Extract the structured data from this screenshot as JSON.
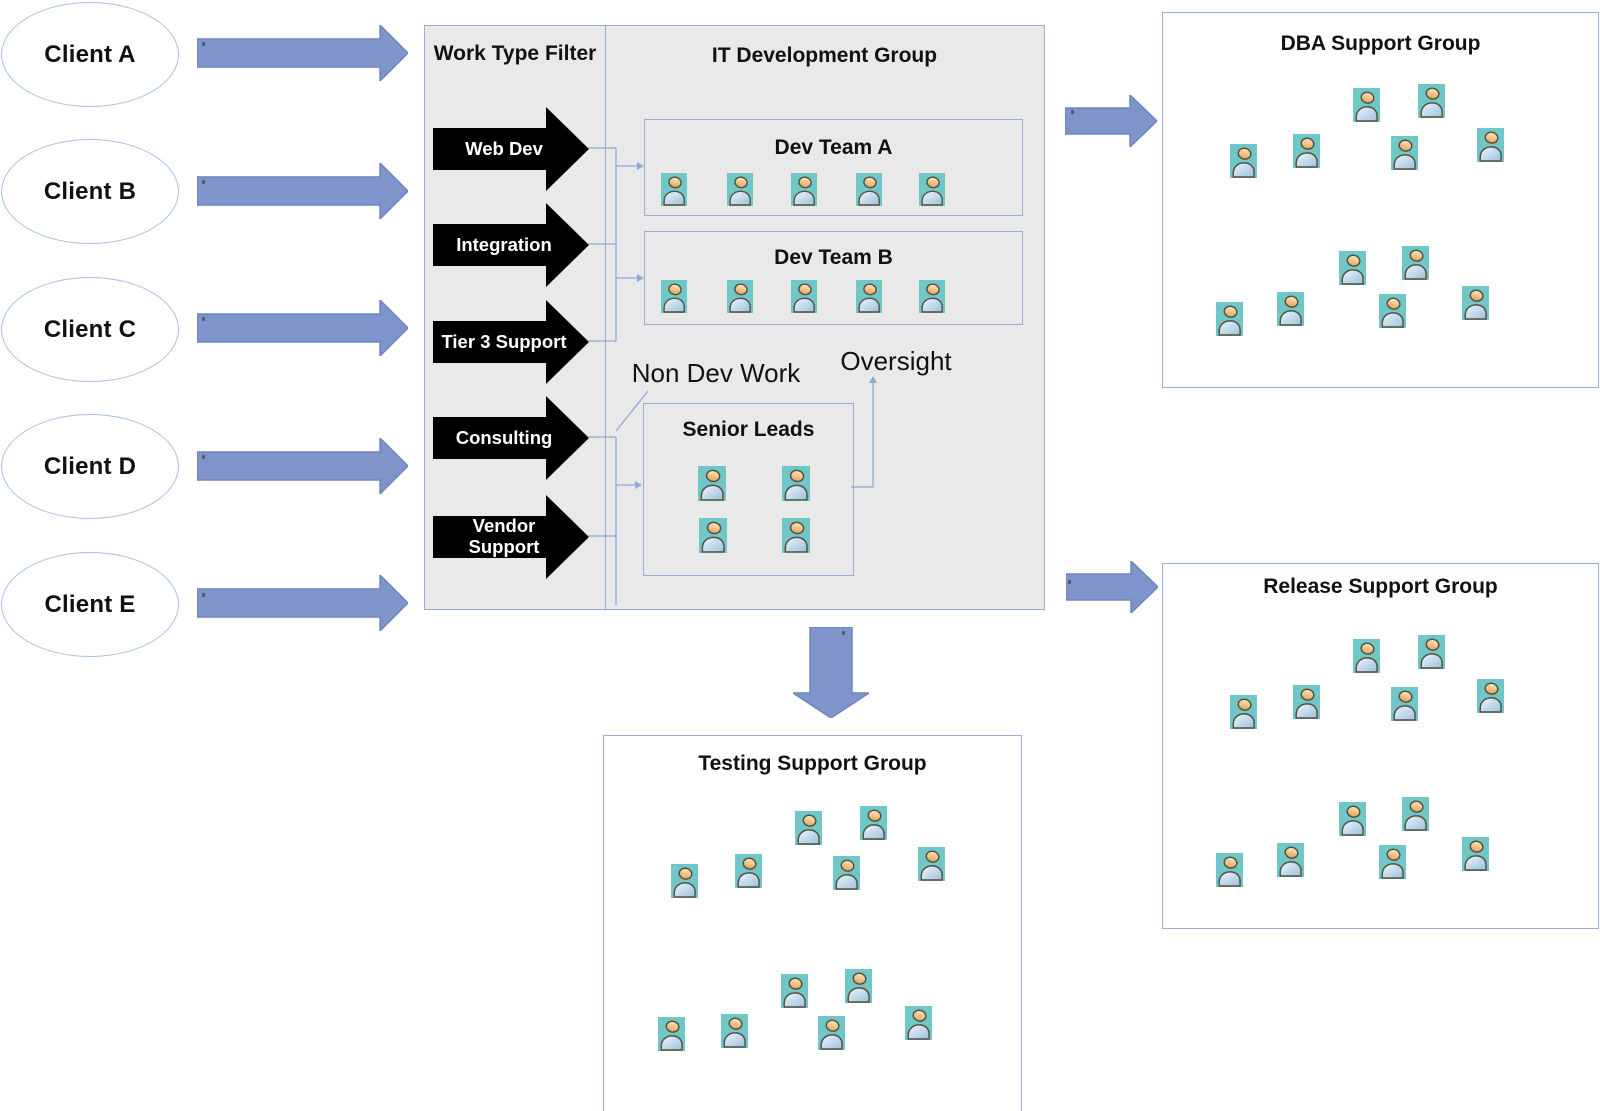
{
  "colors": {
    "arrow_fill": "#7e94ca",
    "arrow_border": "#6d84bd",
    "shape_line": "#8fa9db",
    "panel_fill": "#e9e9e9",
    "box_border": "#97aed6",
    "icon_bg": "#6fc7c7",
    "ellipse_border": "#a7c1e8"
  },
  "clients": {
    "items": [
      {
        "label": "Client A"
      },
      {
        "label": "Client B"
      },
      {
        "label": "Client C"
      },
      {
        "label": "Client D"
      },
      {
        "label": "Client E"
      }
    ]
  },
  "work_type_filter": {
    "title": "Work Type Filter",
    "options": [
      {
        "label": "Web Dev"
      },
      {
        "label": "Integration"
      },
      {
        "label": "Tier 3 Support"
      },
      {
        "label": "Consulting"
      },
      {
        "label": "Vendor Support"
      }
    ]
  },
  "it_development_group": {
    "title": "IT Development Group",
    "dev_team_a": {
      "title": "Dev Team A",
      "member_count": 5
    },
    "dev_team_b": {
      "title": "Dev Team B",
      "member_count": 5
    },
    "senior_leads": {
      "title": "Senior Leads",
      "member_count": 4
    },
    "non_dev_label": "Non Dev Work",
    "oversight_label": "Oversight"
  },
  "support_groups": {
    "dba": {
      "title": "DBA Support Group",
      "member_count": 12
    },
    "release": {
      "title": "Release Support Group",
      "member_count": 12
    },
    "testing": {
      "title": "Testing Support Group",
      "member_count": 12
    }
  }
}
